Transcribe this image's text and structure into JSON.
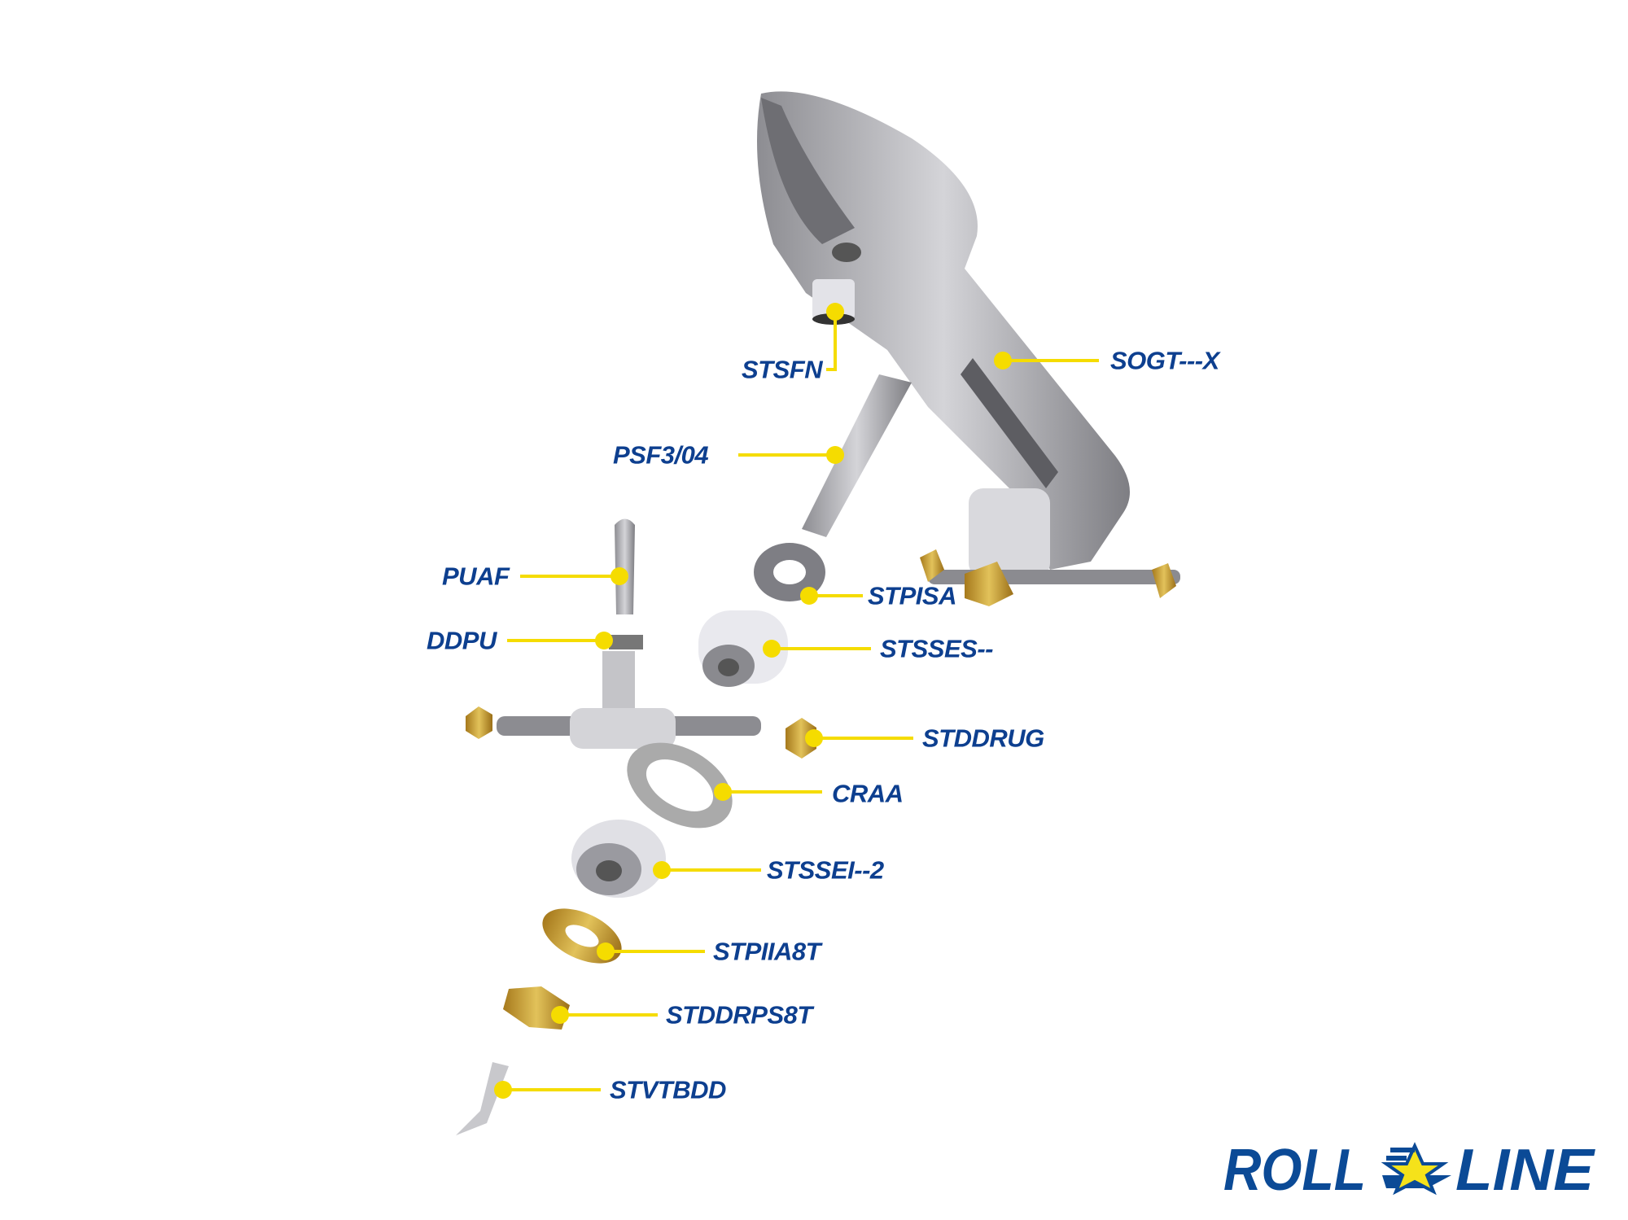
{
  "labels": {
    "stsfn": "STSFN",
    "sogt": "SOGT---X",
    "psf": "PSF3/04",
    "puaf": "PUAF",
    "stpisa": "STPISA",
    "ddpu": "DDPU",
    "stsses": "STSSES--",
    "stddrug": "STDDRUG",
    "craa": "CRAA",
    "stssei": "STSSEI--2",
    "stpiia": "STPIIA8T",
    "stddrps": "STDDRPS8T",
    "stvtbdd": "STVTBDD"
  },
  "logo": {
    "text": "ROLL LINE",
    "left": "ROLL",
    "right": "LINE"
  },
  "colors": {
    "label": "#0d3f8f",
    "leader": "#f5dc00",
    "logo_blue": "#0b4a96",
    "logo_star": "#f5e21a",
    "metal": "#a9a9ad",
    "brass": "#c9a233"
  }
}
